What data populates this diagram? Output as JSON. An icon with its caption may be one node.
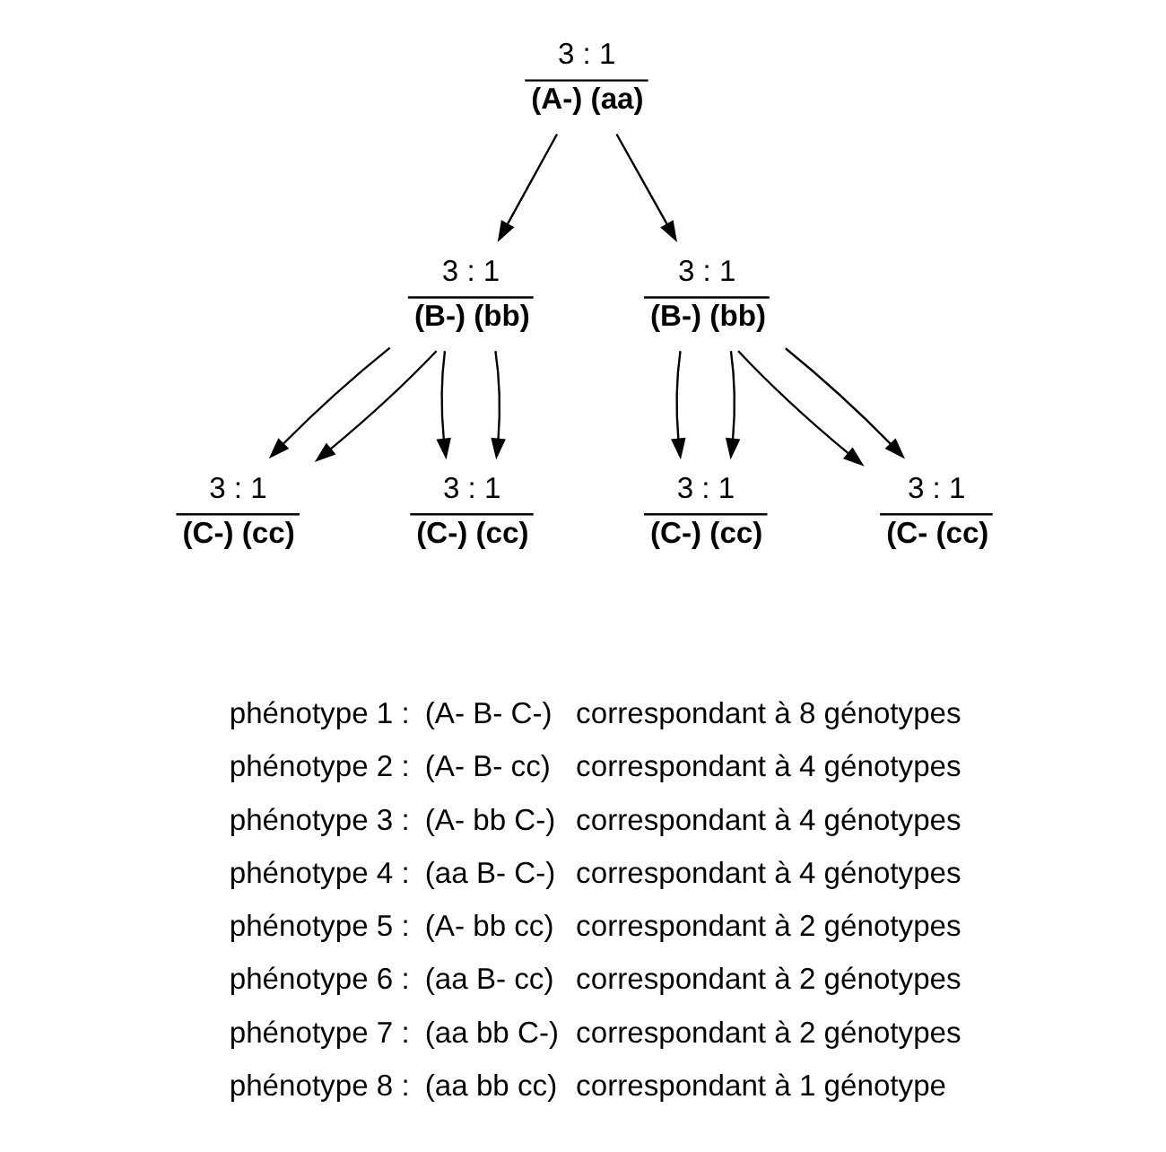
{
  "diagram": {
    "nodes": [
      {
        "text": [
          "3 : 1",
          "(A-) (aa)"
        ]
      },
      {
        "text": [
          "3 : 1",
          "(B-) (bb)"
        ]
      },
      {
        "text": [
          "3 : 1",
          "(B-) (bb)"
        ]
      },
      {
        "text": [
          "3 : 1",
          "(C-) (cc)"
        ]
      },
      {
        "text": [
          "3 : 1",
          "(C-) (cc)"
        ]
      },
      {
        "text": [
          "3 : 1",
          "(C-) (cc)"
        ]
      },
      {
        "text": [
          "3 : 1",
          "(C- (cc)"
        ]
      }
    ],
    "edges": [
      {
        "from": 0,
        "to": 1,
        "arrow": "to"
      },
      {
        "from": 0,
        "to": 2,
        "arrow": "to"
      },
      {
        "from": 1,
        "to": 3,
        "arrow": "to"
      },
      {
        "from": 1,
        "to": 3,
        "arrow": "to"
      },
      {
        "from": 1,
        "to": 4,
        "arrow": "to"
      },
      {
        "from": 1,
        "to": 4,
        "arrow": "to"
      },
      {
        "from": 2,
        "to": 5,
        "arrow": "to"
      },
      {
        "from": 2,
        "to": 5,
        "arrow": "to"
      },
      {
        "from": 2,
        "to": 6,
        "arrow": "to"
      },
      {
        "from": 2,
        "to": 6,
        "arrow": "to"
      }
    ],
    "labels": [
      "phénotype 1 :",
      "(A- B- C-)",
      "correspondant à 8 génotypes",
      "phénotype 2 :",
      "(A- B- cc)",
      "correspondant à 4 génotypes",
      "phénotype 3 :",
      "(A- bb C-)",
      "correspondant à 4 génotypes",
      "phénotype 4 :",
      "(aa B- C-)",
      "correspondant à 4 génotypes",
      "phénotype 5 :",
      "(A- bb cc)",
      "correspondant à 2 génotypes",
      "phénotype 6 :",
      "(aa B- cc)",
      "correspondant à 2 génotypes",
      "phénotype 7 :",
      "(aa bb C-)",
      "correspondant à 2 génotypes",
      "phénotype 8 :",
      "(aa bb cc)",
      "correspondant à 1 génotype"
    ]
  }
}
